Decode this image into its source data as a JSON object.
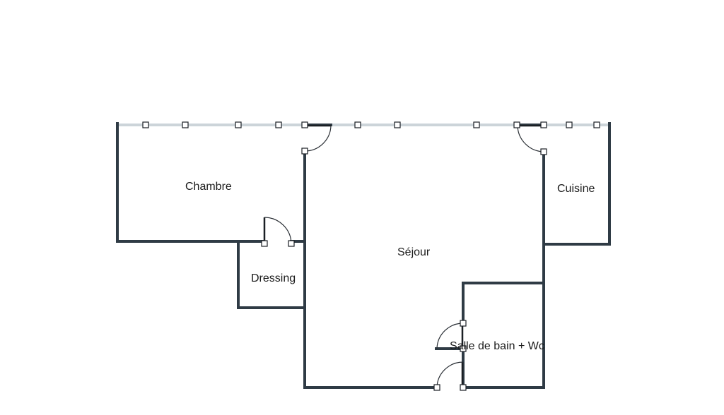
{
  "rooms": {
    "chambre": "Chambre",
    "cuisine": "Cuisine",
    "sejour": "Séjour",
    "dressing": "Dressing",
    "salle_de_bain": "Salle de bain + Wc"
  },
  "colors": {
    "wall": "#2f3b45",
    "window": "#9aa9b3",
    "background": "#ffffff"
  }
}
